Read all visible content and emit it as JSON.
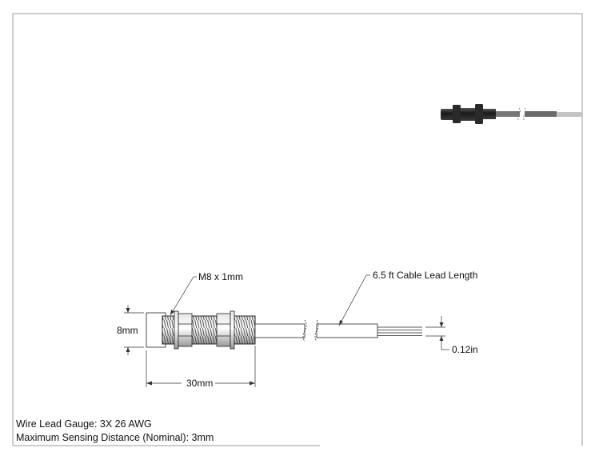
{
  "drawing": {
    "callouts": {
      "thread": "M8 x 1mm",
      "cable_length": "6.5 ft Cable Lead Length",
      "diameter": "8mm",
      "body_length": "30mm",
      "wire_pitch": "0.12in"
    },
    "notes": {
      "wire_gauge": "Wire Lead Gauge: 3X 26 AWG",
      "sensing_distance": "Maximum Sensing Distance (Nominal): 3mm"
    }
  }
}
